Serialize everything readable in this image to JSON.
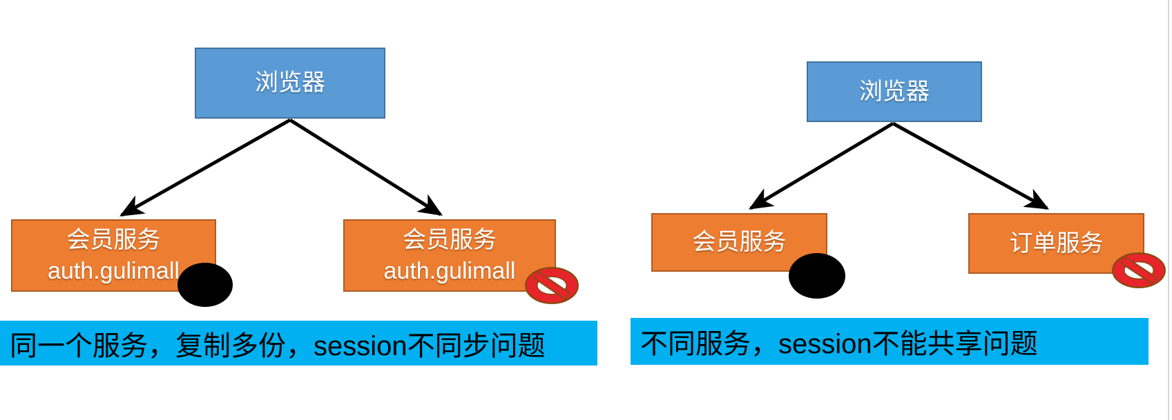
{
  "page": {
    "background": "#ffffff"
  },
  "colors": {
    "page_bg": "#ffffff",
    "box_blue": "#5B9BD5",
    "box_blue_border": "#41719C",
    "box_orange": "#ED7D31",
    "box_orange_border": "#AE5A21",
    "banner_cyan": "#00B0F0",
    "banner_text": "#000000",
    "box_text": "#ffffff",
    "arrow": "#000000",
    "prohibition_red": "#E8242B",
    "prohibition_outline": "#8A4A12",
    "annotation_black": "#000000"
  },
  "left_diagram": {
    "browser_label": "浏览器",
    "services": [
      {
        "title": "会员服务",
        "subtitle": "auth.gulimall"
      },
      {
        "title": "会员服务",
        "subtitle": "auth.gulimall"
      }
    ],
    "caption": "同一个服务，复制多份，session不同步问题"
  },
  "right_diagram": {
    "browser_label": "浏览器",
    "services": [
      {
        "title": "会员服务"
      },
      {
        "title": "订单服务"
      }
    ],
    "caption": "不同服务，session不能共享问题"
  },
  "icons": {
    "prohibition": "no-entry-icon",
    "annotation": "black-ellipse-marker"
  }
}
